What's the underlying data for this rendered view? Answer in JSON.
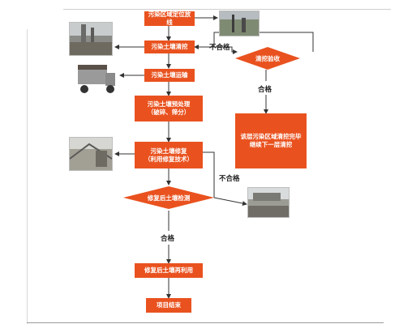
{
  "steps": {
    "zone": "污染区域定位放线",
    "excavate": "污染土壤清挖",
    "transport": "污染土壤运输",
    "pretreat": "污染土壤预处理\n（破碎、筛分）",
    "remediate": "污染土壤修复\n（利用修复技术）",
    "reuse": "修复后土壤再利用",
    "end": "项目结束"
  },
  "decisions": {
    "inspection": "清挖验收",
    "post_test": "修复后土壤检测"
  },
  "notes": {
    "next_layer": "该层污染区域清挖完毕\n继续下一层清挖"
  },
  "edge_labels": {
    "fail_1": "不合格",
    "pass_1": "合格",
    "fail_2": "不合格",
    "pass_2": "合格"
  },
  "images": {
    "photo_1": "site-survey-photo",
    "photo_2": "excavation-site-photo",
    "photo_3": "truck-photo",
    "photo_4": "remediation-facility-photo",
    "photo_5": "reuse-site-photo"
  },
  "colors": {
    "node_fill": "#e9521f",
    "text_on_node": "#ffffff",
    "edge": "#333333"
  }
}
